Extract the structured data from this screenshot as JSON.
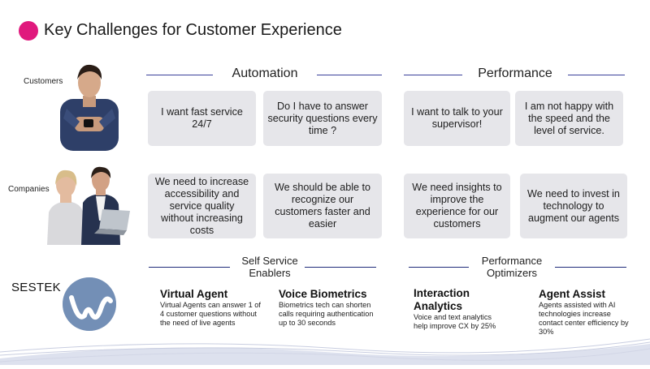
{
  "title": "Key Challenges for Customer Experience",
  "rows": {
    "customers": "Customers",
    "companies": "Companies"
  },
  "brand": "SESTEK",
  "sections": {
    "automation": "Automation",
    "performance": "Performance"
  },
  "cards": {
    "c1": "I want fast service 24/7",
    "c2": "Do I have to answer security questions every time ?",
    "c3": "I want to talk to your supervisor!",
    "c4": "I am not happy with the speed and the level of service.",
    "c5": "We need to increase accessibility and service quality without increasing costs",
    "c6": "We should be able to recognize our customers faster and easier",
    "c7": "We need insights to improve the experience for our customers",
    "c8": "We need to invest in technology to augment our agents"
  },
  "enablers": {
    "self_service": "Self Service Enablers",
    "performance_opt": "Performance Optimizers"
  },
  "features": [
    {
      "name": "Virtual Agent",
      "desc": "Virtual Agents can answer 1 of 4 customer questions without the need of live agents"
    },
    {
      "name": "Voice Biometrics",
      "desc": "Biometrics tech can shorten calls requiring authentication up to 30 seconds"
    },
    {
      "name": "Interaction Analytics",
      "desc": "Voice and text analytics help improve CX by 25%"
    },
    {
      "name": "Agent Assist",
      "desc": "Agents assisted with AI technologies increase contact center efficiency by 30%"
    }
  ],
  "colors": {
    "accent": "#e0197d",
    "rule": "#3a3f9a",
    "card": "#e6e6ea"
  }
}
